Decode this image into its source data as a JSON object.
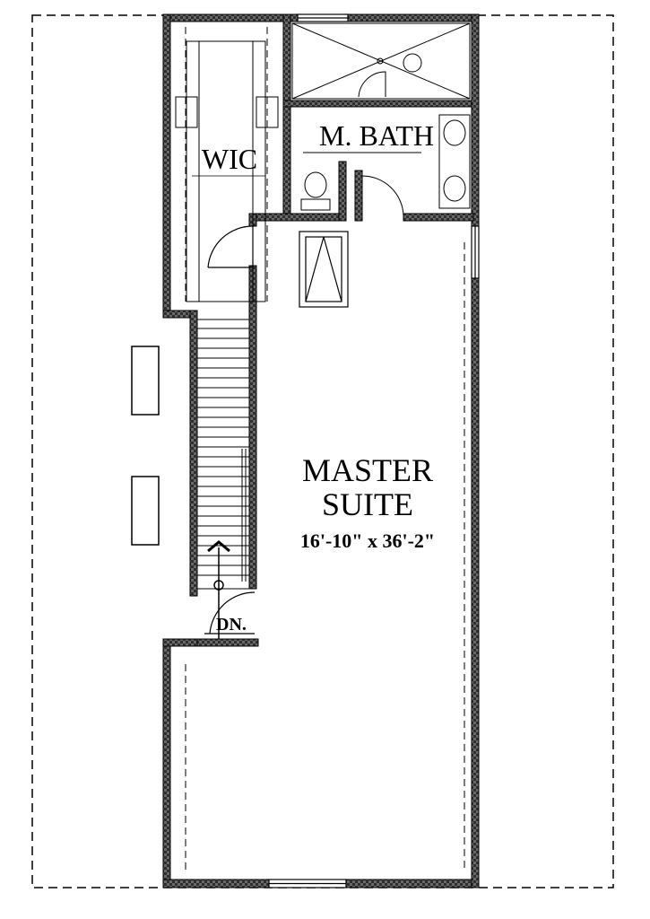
{
  "rooms": {
    "wic": {
      "name": "WIC"
    },
    "master_bath": {
      "name": "M. BATH"
    },
    "master_suite": {
      "name_line1": "MASTER",
      "name_line2": "SUITE",
      "dimensions": "16'-10\" x 36'-2\""
    }
  },
  "stairs": {
    "direction_label": "DN."
  },
  "colors": {
    "wall_fill": "#3a3a3a",
    "line": "#000000",
    "background": "#ffffff"
  }
}
